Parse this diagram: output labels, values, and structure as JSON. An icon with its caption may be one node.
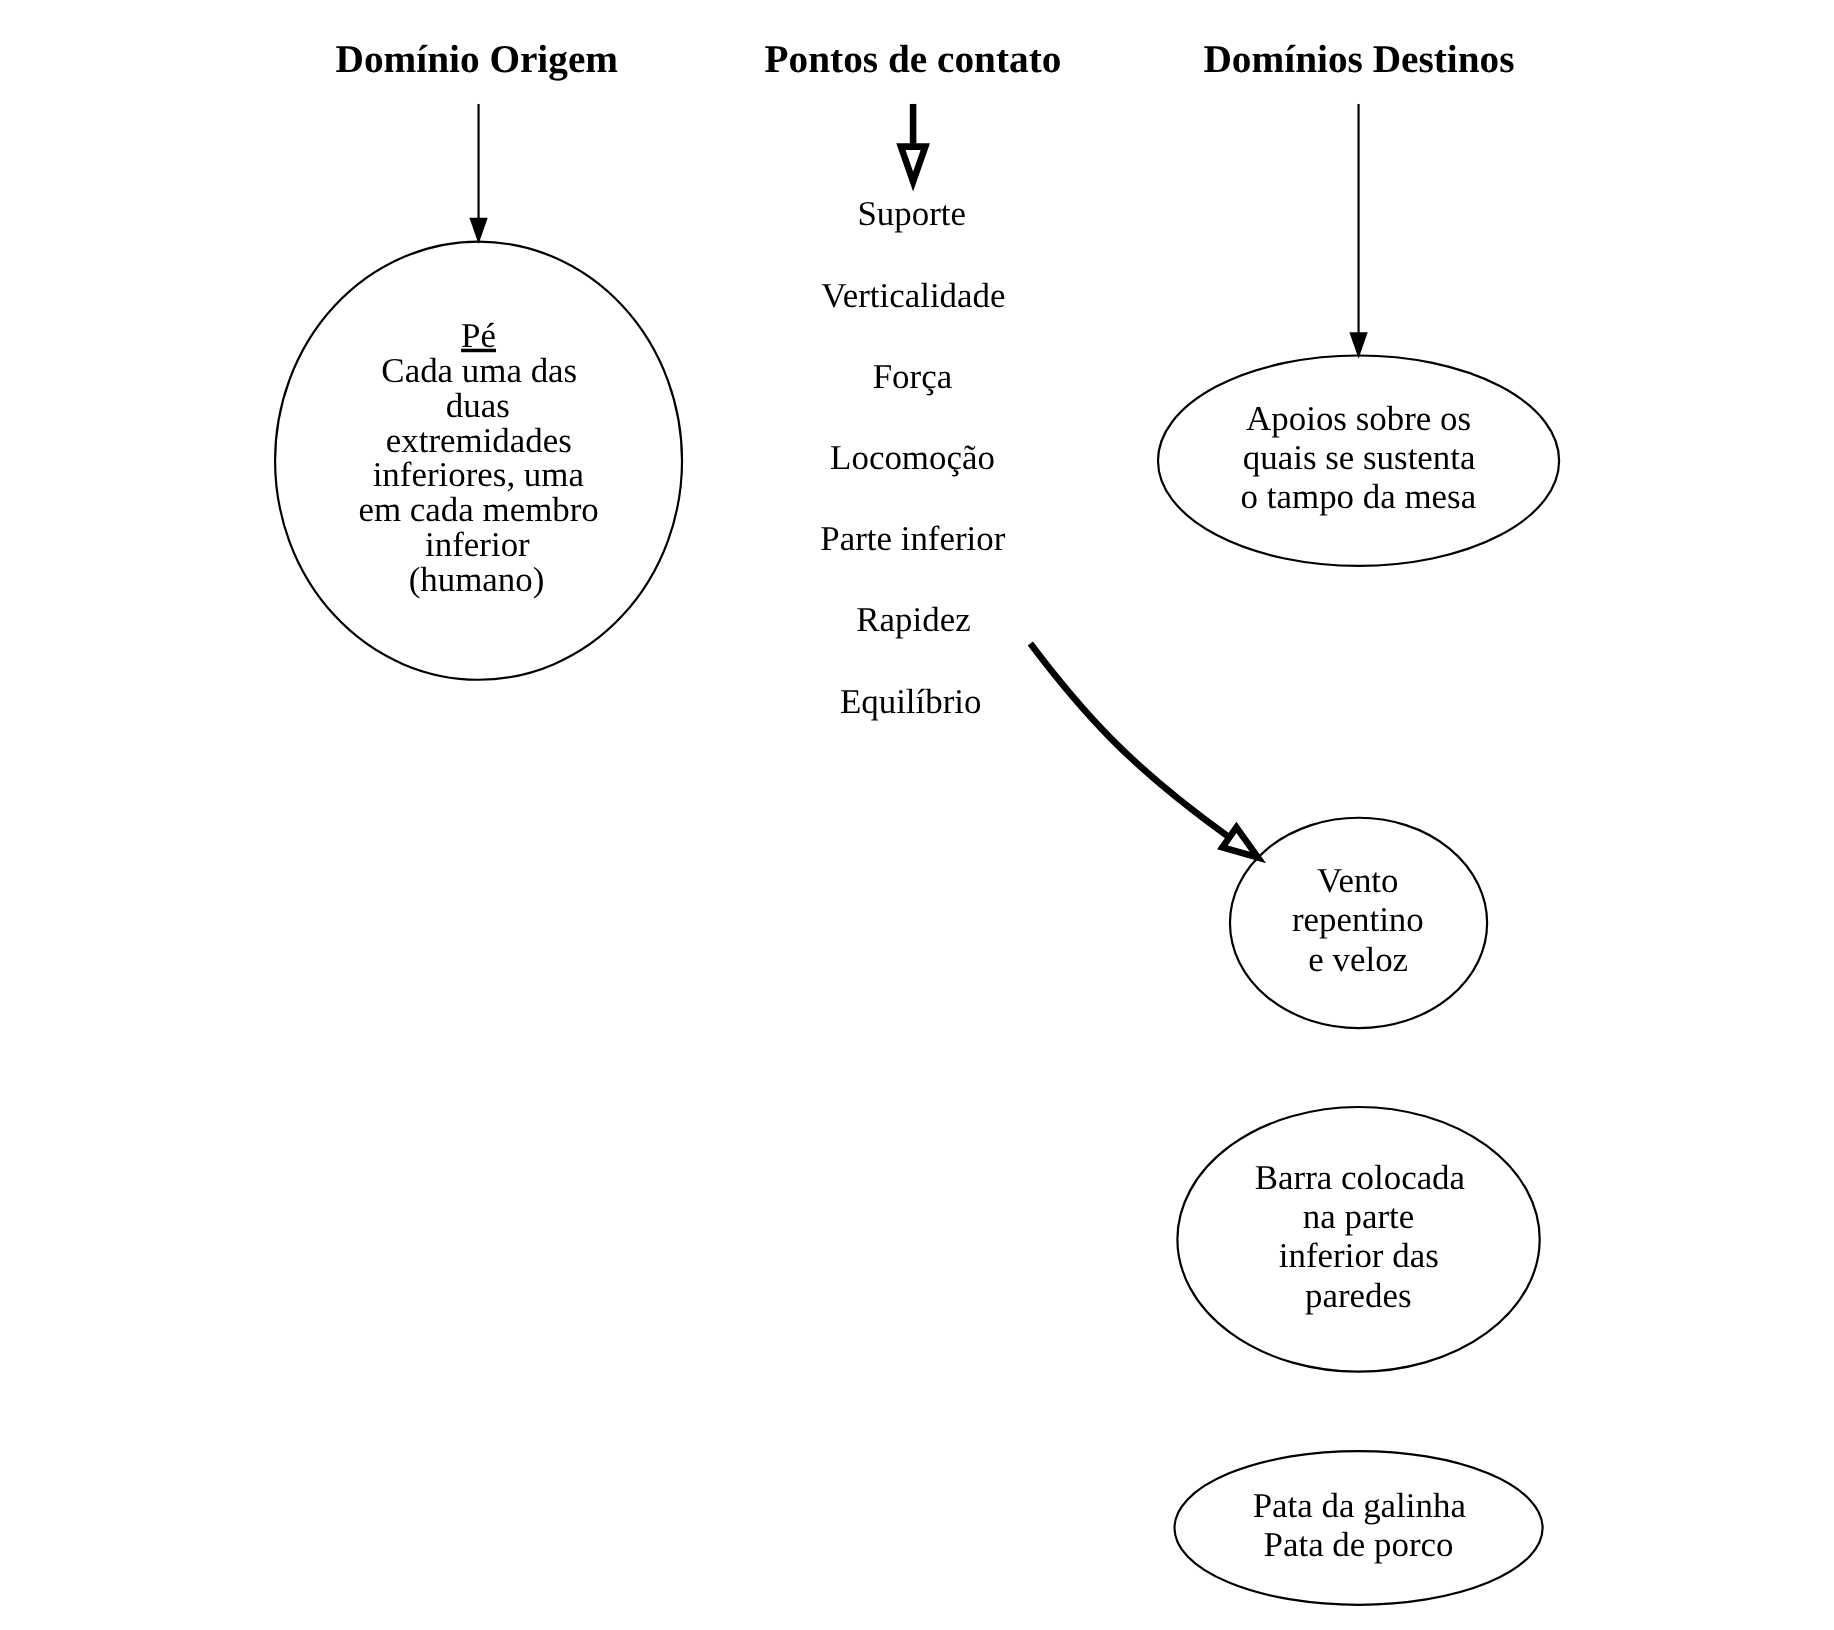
{
  "diagram": {
    "nodes": [
      {
        "text": [
          "Domínio Origem"
        ]
      },
      {
        "text": [
          "Pé",
          "Cada uma das duas extremidades inferiores, uma em cada membro inferior (humano)"
        ]
      },
      {
        "text": [
          "Pontos de contato"
        ]
      },
      {
        "text": [
          "Suporte",
          "Verticalidade",
          "Força",
          "Locomoção",
          "Parte inferior",
          "Rapidez",
          "Equilíbrio"
        ]
      },
      {
        "text": [
          "Domínios Destinos"
        ]
      },
      {
        "text": [
          "Apoios sobre os quais se sustenta o tampo da mesa"
        ]
      },
      {
        "text": [
          "Vento repentino e veloz"
        ]
      },
      {
        "text": [
          "Barra colocada na parte inferior das paredes"
        ]
      },
      {
        "text": [
          "Pata da galinha",
          "Pata de porco"
        ]
      }
    ],
    "edges": [
      {
        "from": 0,
        "to": 1,
        "arrow": "to"
      },
      {
        "from": 2,
        "to": 3,
        "arrow": "to",
        "style": "thick"
      },
      {
        "from": 4,
        "to": 5,
        "arrow": "to"
      },
      {
        "from": 3,
        "to": 6,
        "arrow": "to",
        "style": "thick"
      }
    ]
  }
}
